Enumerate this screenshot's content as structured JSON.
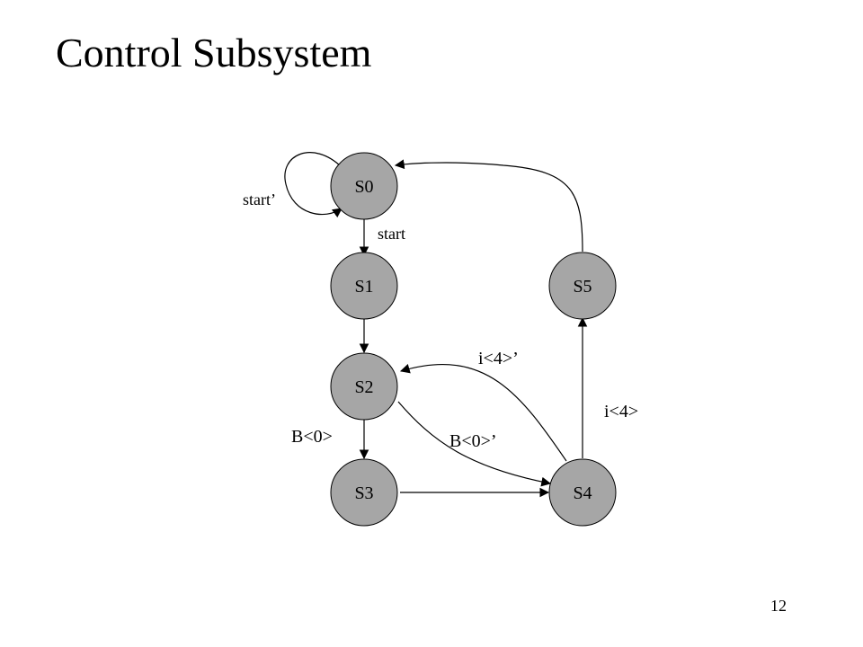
{
  "slide": {
    "title": "Control Subsystem",
    "page_number": "12"
  },
  "states": [
    {
      "id": "s0",
      "label": "S0"
    },
    {
      "id": "s1",
      "label": "S1"
    },
    {
      "id": "s2",
      "label": "S2"
    },
    {
      "id": "s3",
      "label": "S3"
    },
    {
      "id": "s4",
      "label": "S4"
    },
    {
      "id": "s5",
      "label": "S5"
    }
  ],
  "transitions": [
    {
      "from": "S0",
      "to": "S0",
      "label": "start’"
    },
    {
      "from": "S0",
      "to": "S1",
      "label": "start"
    },
    {
      "from": "S1",
      "to": "S2",
      "label": ""
    },
    {
      "from": "S2",
      "to": "S3",
      "label": "B<0>"
    },
    {
      "from": "S2",
      "to": "S4",
      "label": "B<0>’"
    },
    {
      "from": "S3",
      "to": "S4",
      "label": ""
    },
    {
      "from": "S4",
      "to": "S2",
      "label": "i<4>’"
    },
    {
      "from": "S4",
      "to": "S5",
      "label": "i<4>"
    },
    {
      "from": "S5",
      "to": "S0",
      "label": ""
    }
  ],
  "colors": {
    "node_fill": "#a6a6a6",
    "stroke": "#000000"
  }
}
